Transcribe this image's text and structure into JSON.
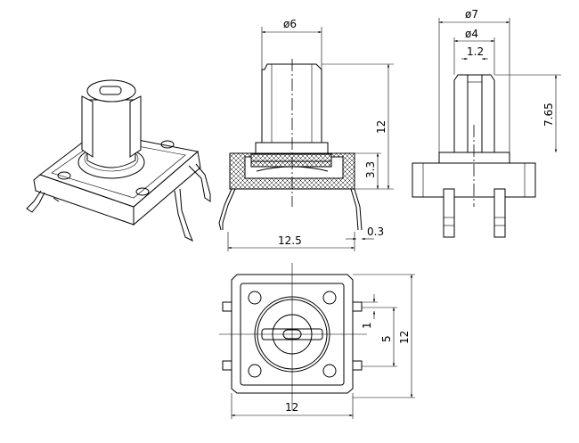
{
  "title": "Tactile switch 12x12 dimension drawing",
  "front_view": {
    "plunger_diameter": "ø6",
    "total_height": "12",
    "body_height": "3.3",
    "lead_span": "12.5",
    "lead_thickness": "0.3"
  },
  "side_view": {
    "collar_diameter": "ø7",
    "stem_diameter": "ø4",
    "slot_width": "1.2",
    "stem_height": "7.65"
  },
  "top_view": {
    "width": "12",
    "height": "12",
    "pin_pitch": "5",
    "pin_width": "1"
  },
  "colors": {
    "line": "#000000",
    "background": "#ffffff"
  }
}
